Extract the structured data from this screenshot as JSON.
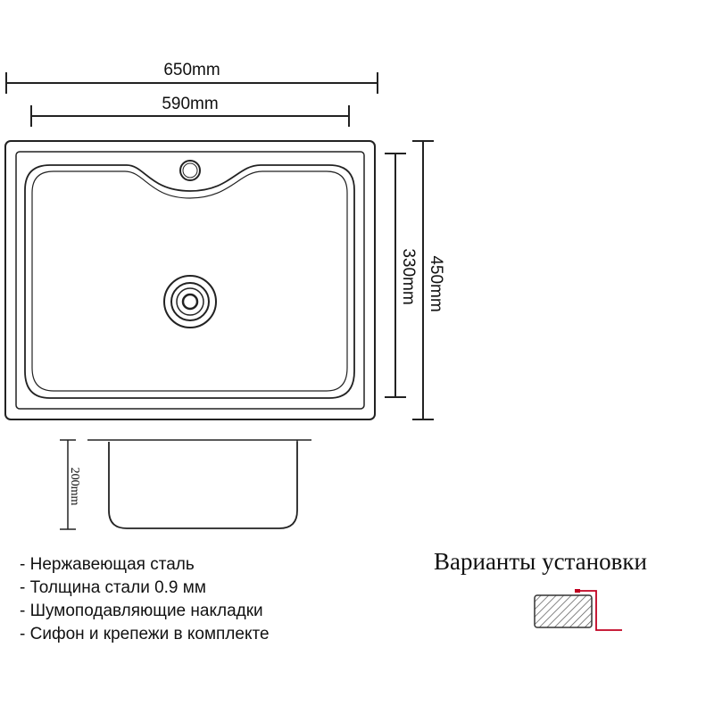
{
  "dimensions": {
    "overall_width": "650mm",
    "bowl_width": "590mm",
    "overall_depth": "450mm",
    "bowl_depth": "330mm",
    "bowl_height": "200mm"
  },
  "features": [
    "- Нержавеющая сталь",
    "- Толщина стали 0.9 мм",
    "- Шумоподавляющие накладки",
    "- Сифон и крепежи в комплекте"
  ],
  "installation": {
    "title": "Варианты установки"
  },
  "colors": {
    "line": "#222222",
    "mount_bracket": "#c00020",
    "hatch": "#555555"
  }
}
